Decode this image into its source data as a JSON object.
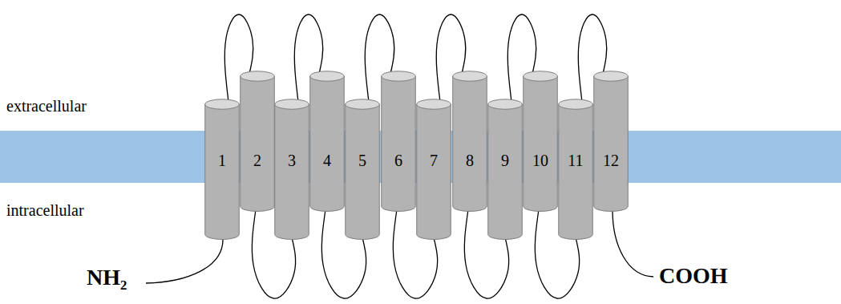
{
  "diagram": {
    "nodes": [
      {
        "text": [
          "1"
        ]
      },
      {
        "text": [
          "2"
        ]
      },
      {
        "text": [
          "3"
        ]
      },
      {
        "text": [
          "4"
        ]
      },
      {
        "text": [
          "5"
        ]
      },
      {
        "text": [
          "6"
        ]
      },
      {
        "text": [
          "7"
        ]
      },
      {
        "text": [
          "8"
        ]
      },
      {
        "text": [
          "9"
        ]
      },
      {
        "text": [
          "10"
        ]
      },
      {
        "text": [
          "11"
        ]
      },
      {
        "text": [
          "12"
        ]
      }
    ],
    "edges": [
      {
        "from": 0,
        "to": 1,
        "arrow": "none"
      },
      {
        "from": 1,
        "to": 2,
        "arrow": "none"
      },
      {
        "from": 2,
        "to": 3,
        "arrow": "none"
      },
      {
        "from": 3,
        "to": 4,
        "arrow": "none"
      },
      {
        "from": 4,
        "to": 5,
        "arrow": "none"
      },
      {
        "from": 5,
        "to": 6,
        "arrow": "none"
      },
      {
        "from": 6,
        "to": 7,
        "arrow": "none"
      },
      {
        "from": 7,
        "to": 8,
        "arrow": "none"
      },
      {
        "from": 8,
        "to": 9,
        "arrow": "none"
      },
      {
        "from": 9,
        "to": 10,
        "arrow": "none"
      },
      {
        "from": 10,
        "to": 11,
        "arrow": "none"
      }
    ],
    "labels": [
      "extracellular",
      "intracellular",
      "NH₂",
      "COOH"
    ]
  }
}
